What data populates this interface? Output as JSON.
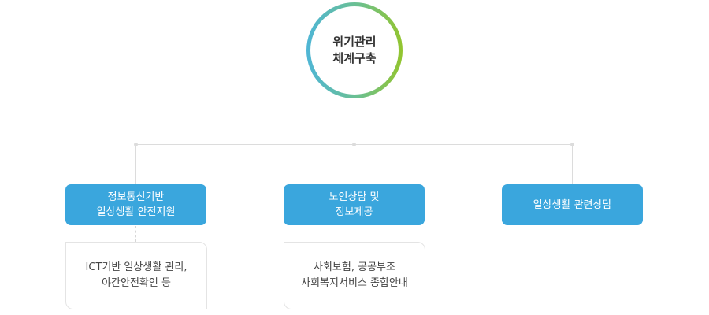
{
  "root": {
    "line1": "위기관리",
    "line2": "체계구축"
  },
  "branches": [
    {
      "node": [
        "정보통신기반",
        "일상생활 안전지원"
      ],
      "detail": [
        "ICT기반 일상생활 관리,",
        "야간안전확인 등"
      ]
    },
    {
      "node": [
        "노인상담 및",
        "정보제공"
      ],
      "detail": [
        "사회보험, 공공부조",
        "사회복지서비스 종합안내"
      ]
    },
    {
      "node": [
        "일상생활 관련상담"
      ],
      "detail": []
    }
  ],
  "colors": {
    "node_fill": "#3aa6dd",
    "ring_gradient": [
      "#4fb6d6",
      "#93c52e"
    ],
    "connector": "#dcdcdc"
  }
}
